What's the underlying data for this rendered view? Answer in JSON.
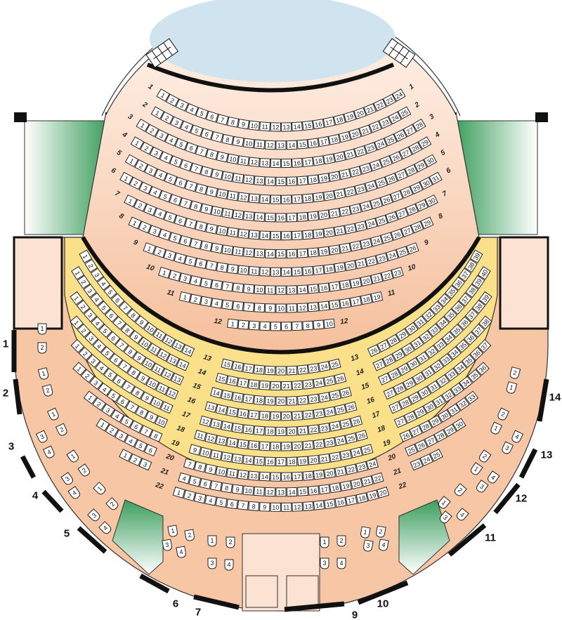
{
  "colors": {
    "stage": "#cfe4ef",
    "upper_top": "#fff4ec",
    "upper_bottom": "#f5bf9c",
    "lower": "#fbe08a",
    "boxes": "#f6c6a5",
    "green": "#3c9e5e"
  },
  "upper_rows": [
    {
      "row": "1",
      "first": 1,
      "last": 24
    },
    {
      "row": "2",
      "first": 1,
      "last": 25
    },
    {
      "row": "3",
      "first": 1,
      "last": 28
    },
    {
      "row": "4",
      "first": 1,
      "last": 29
    },
    {
      "row": "5",
      "first": 1,
      "last": 30
    },
    {
      "row": "6",
      "first": 1,
      "last": 31
    },
    {
      "row": "7",
      "first": 1,
      "last": 30
    },
    {
      "row": "8",
      "first": 1,
      "last": 29
    },
    {
      "row": "9",
      "first": 1,
      "last": 26
    },
    {
      "row": "10",
      "first": 1,
      "last": 23
    },
    {
      "row": "11",
      "first": 1,
      "last": 19
    },
    {
      "row": "12",
      "first": 1,
      "last": 10
    }
  ],
  "lower_rows": [
    {
      "row": "13",
      "groups": [
        [
          1,
          14
        ],
        [
          15,
          25
        ],
        [
          26,
          39
        ]
      ]
    },
    {
      "row": "14",
      "groups": [
        [
          1,
          14
        ],
        [
          15,
          26
        ],
        [
          27,
          40
        ]
      ]
    },
    {
      "row": "15",
      "groups": [
        [
          1,
          13
        ],
        [
          14,
          26
        ],
        [
          27,
          39
        ]
      ]
    },
    {
      "row": "16",
      "groups": [
        [
          1,
          12
        ],
        [
          13,
          26
        ],
        [
          27,
          38
        ]
      ]
    },
    {
      "row": "17",
      "groups": [
        [
          1,
          11
        ],
        [
          12,
          26
        ],
        [
          27,
          37
        ]
      ]
    },
    {
      "row": "18",
      "groups": [
        [
          1,
          10
        ],
        [
          11,
          26
        ],
        [
          27,
          36
        ]
      ]
    },
    {
      "row": "19",
      "groups": [
        [
          1,
          8
        ],
        [
          9,
          25
        ],
        [
          26,
          33
        ]
      ]
    },
    {
      "row": "20",
      "groups": [
        [
          1,
          6
        ],
        [
          7,
          24
        ],
        [
          25,
          30
        ]
      ]
    },
    {
      "row": "21",
      "groups": [
        [
          1,
          3
        ],
        [
          4,
          22
        ],
        [
          23,
          25
        ]
      ]
    },
    {
      "row": "22",
      "groups": [
        [
          1,
          20
        ]
      ]
    }
  ],
  "boxes": [
    {
      "label": "1",
      "seats": [
        "1",
        "2"
      ]
    },
    {
      "label": "2",
      "seats": [
        "1",
        "2"
      ]
    },
    {
      "label": "3",
      "seats": [
        "1",
        "2",
        "3",
        "4"
      ]
    },
    {
      "label": "4",
      "seats": [
        "1",
        "2",
        "3",
        "4"
      ]
    },
    {
      "label": "5",
      "seats": [
        "1",
        "2",
        "3",
        "4"
      ]
    },
    {
      "label": "6",
      "seats": [
        "1",
        "2",
        "3",
        "4"
      ]
    },
    {
      "label": "7",
      "seats": [
        "1",
        "2",
        "3",
        "4"
      ]
    },
    {
      "label": "9",
      "seats": [
        "1",
        "2",
        "3",
        "4"
      ]
    },
    {
      "label": "10",
      "seats": [
        "1",
        "2",
        "3",
        "4"
      ]
    },
    {
      "label": "11",
      "seats": [
        "1",
        "2",
        "3",
        "4"
      ]
    },
    {
      "label": "12",
      "seats": [
        "1",
        "2",
        "3",
        "4"
      ]
    },
    {
      "label": "13",
      "seats": [
        "1",
        "2",
        "3",
        "4"
      ]
    },
    {
      "label": "14",
      "seats": [
        "1",
        "2"
      ]
    }
  ]
}
